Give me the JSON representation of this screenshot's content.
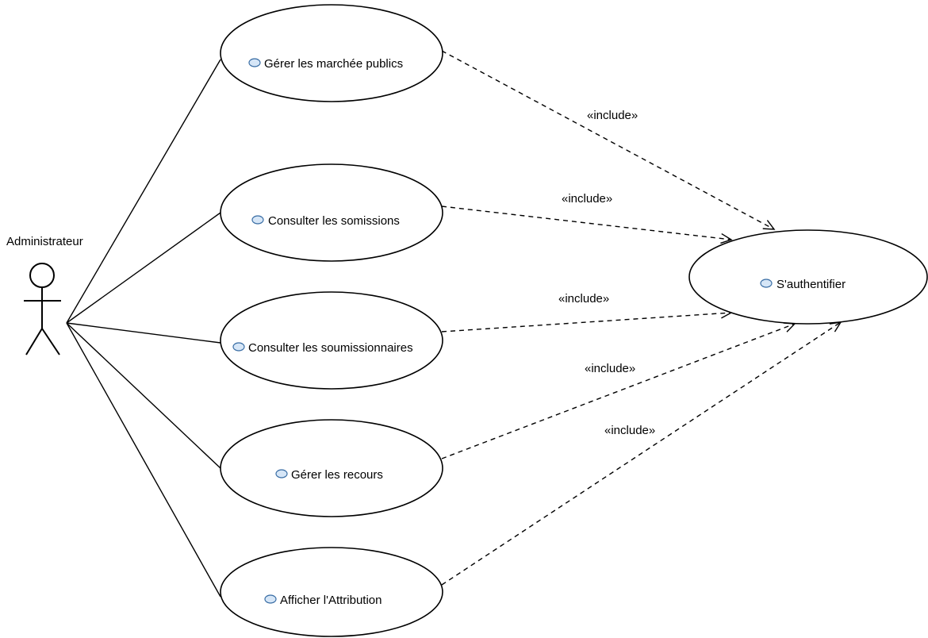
{
  "actor": {
    "name": "Administrateur"
  },
  "use_cases": [
    {
      "id": "uc1",
      "label": "Gérer les marchée publics"
    },
    {
      "id": "uc2",
      "label": "Consulter les somissions"
    },
    {
      "id": "uc3",
      "label": "Consulter les soumissionnaires"
    },
    {
      "id": "uc4",
      "label": "Gérer les recours"
    },
    {
      "id": "uc5",
      "label": "Afficher l'Attribution"
    }
  ],
  "included_use_case": {
    "id": "auth",
    "label": "S'authentifier"
  },
  "relations": [
    {
      "from": "uc1",
      "to": "auth",
      "stereotype": "«include»"
    },
    {
      "from": "uc2",
      "to": "auth",
      "stereotype": "«include»"
    },
    {
      "from": "uc3",
      "to": "auth",
      "stereotype": "«include»"
    },
    {
      "from": "uc4",
      "to": "auth",
      "stereotype": "«include»"
    },
    {
      "from": "uc5",
      "to": "auth",
      "stereotype": "«include»"
    }
  ],
  "icons": {
    "use_case": "use-case-icon",
    "actor": "stick-figure-icon"
  }
}
